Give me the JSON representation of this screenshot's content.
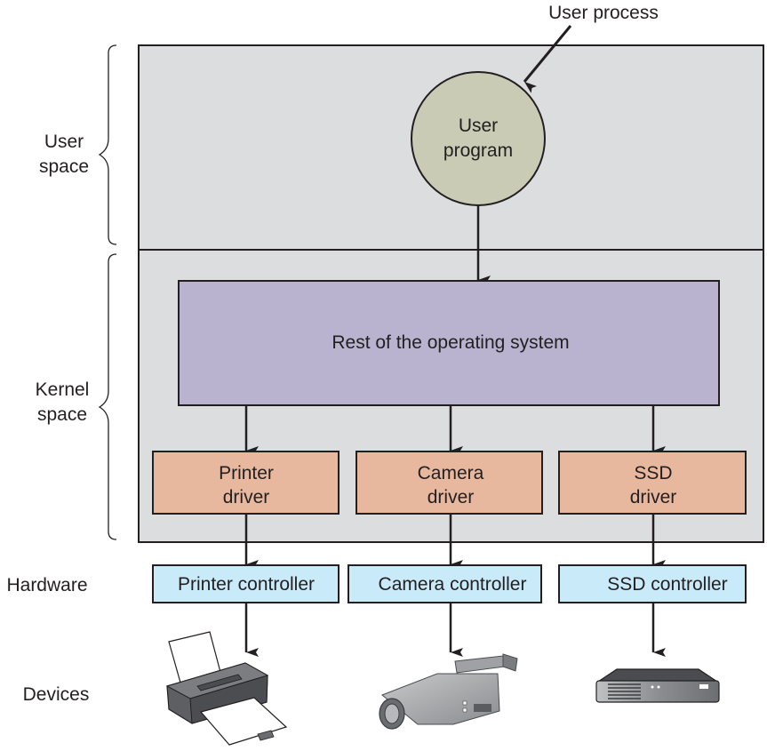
{
  "title_annotation": "User process",
  "side_labels": {
    "user_space": [
      "User",
      "space"
    ],
    "kernel_space": [
      "Kernel",
      "space"
    ],
    "hardware": "Hardware",
    "devices": "Devices"
  },
  "user_program": {
    "lines": [
      "User",
      "program"
    ],
    "fill": "#c9cbb5"
  },
  "os_box": {
    "label": "Rest of the operating system",
    "fill": "#bab3cf"
  },
  "drivers": [
    {
      "lines": [
        "Printer",
        "driver"
      ]
    },
    {
      "lines": [
        "Camera",
        "driver"
      ]
    },
    {
      "lines": [
        "SSD",
        "driver"
      ]
    }
  ],
  "driver_fill": "#e8b89e",
  "controllers": [
    {
      "label": "Printer controller"
    },
    {
      "label": "Camera controller"
    },
    {
      "label": "SSD controller"
    }
  ],
  "controller_fill": "#c9eaf8",
  "devices": [
    {
      "icon": "printer-icon"
    },
    {
      "icon": "camcorder-icon"
    },
    {
      "icon": "ssd-icon"
    }
  ],
  "region_fill": "#dcdddf",
  "stroke": "#231f20"
}
